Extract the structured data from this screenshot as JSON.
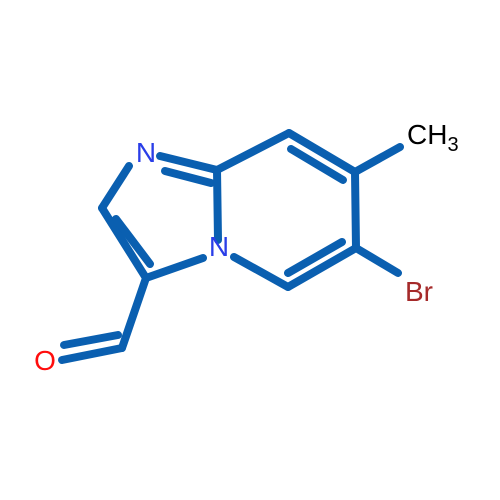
{
  "molecule": {
    "bond_color": "#0a5fb0",
    "atoms": {
      "n_imidazole": {
        "label": "N",
        "color": "#2a3ee8"
      },
      "n_bridge": {
        "label": "N",
        "color": "#2a3ee8"
      },
      "oxygen": {
        "label": "O",
        "color": "#ff0d0d"
      },
      "bromine": {
        "label": "Br",
        "color": "#a52a2a"
      },
      "methyl": {
        "label": "CH",
        "subscript": "3",
        "color": "#000000"
      }
    }
  }
}
